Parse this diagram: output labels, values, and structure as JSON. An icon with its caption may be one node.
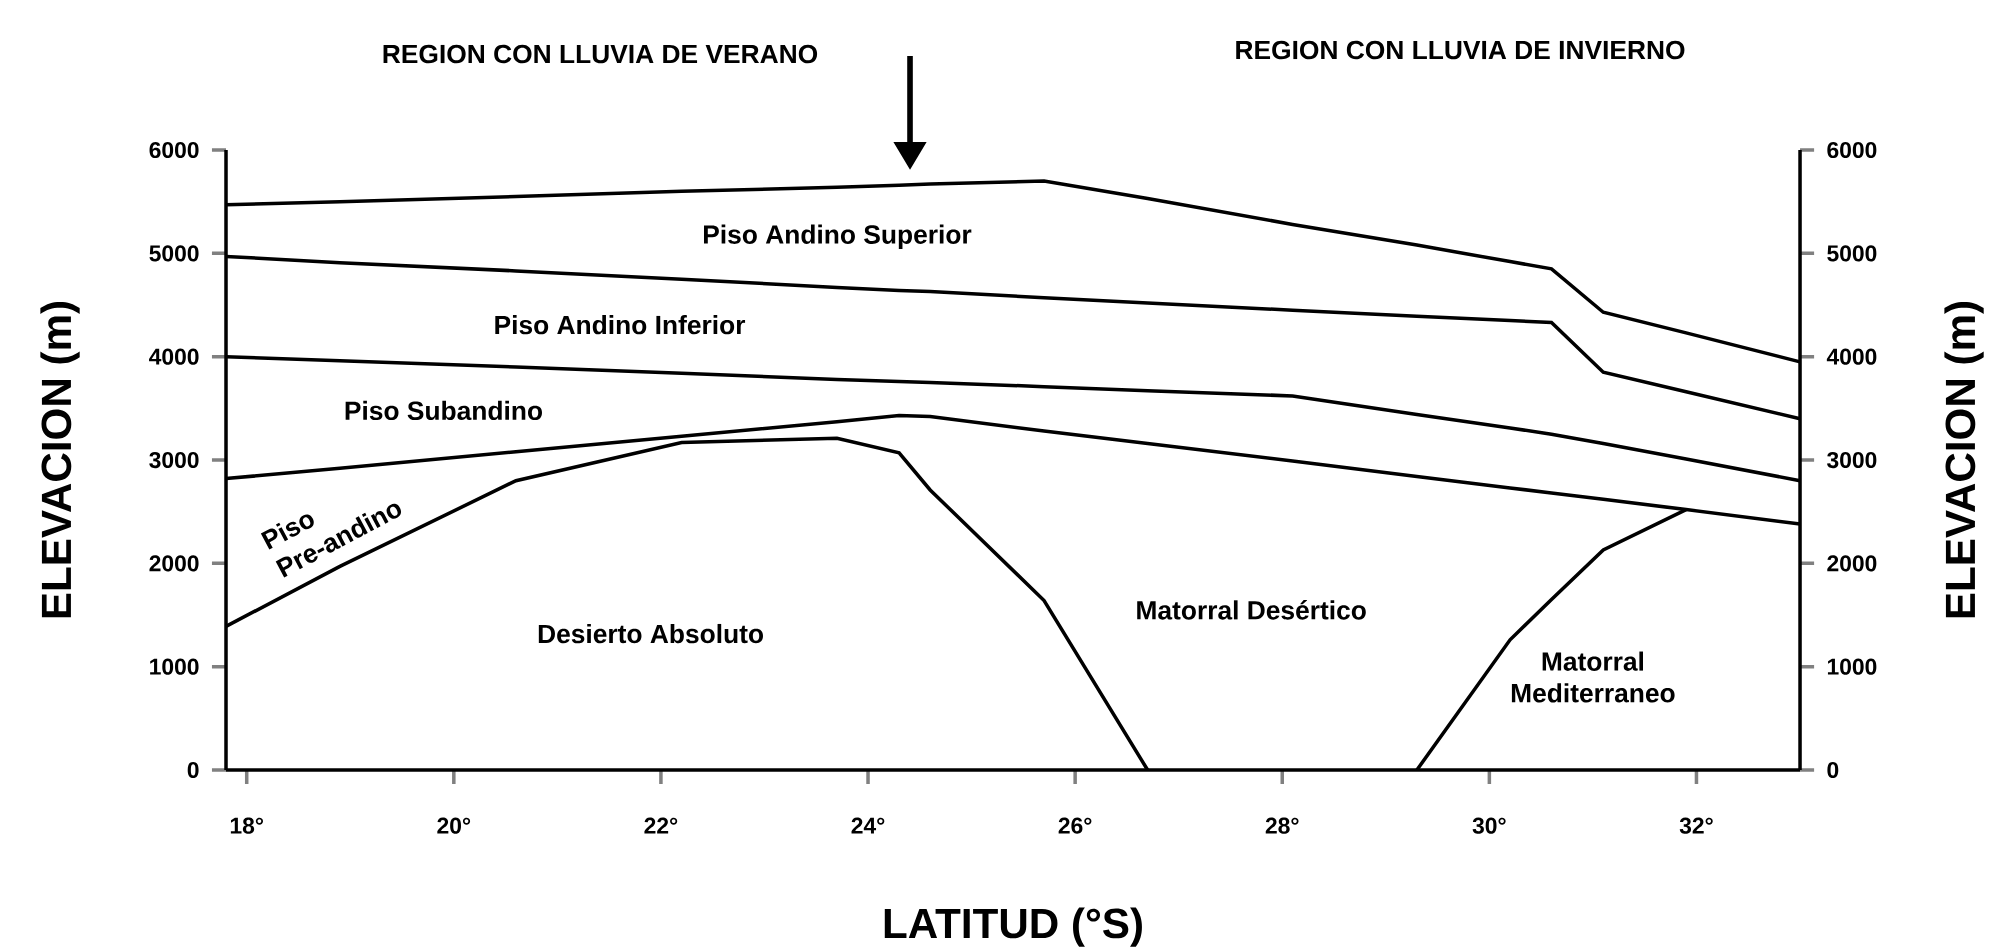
{
  "diagram": {
    "labels": [
      "REGION CON LLUVIA DE VERANO",
      "REGION CON LLUVIA DE INVIERNO",
      "ELEVACION (m)",
      "0",
      "1000",
      "2000",
      "3000",
      "4000",
      "5000",
      "6000"
    ],
    "chart_data": {
      "type": "line",
      "xlabel": "LATITUD (°S)",
      "ylabel": "ELEVACION (m)",
      "x": [
        17.8,
        18.9,
        20.6,
        22.2,
        23.7,
        24.3,
        24.6,
        25.7,
        26.7,
        28.1,
        29.3,
        30.2,
        30.6,
        31.1,
        31.9,
        33.0
      ],
      "series": [
        {
          "color": "#000000",
          "values": [
            5470,
            5500,
            5550,
            5600,
            5640,
            5660,
            5670,
            5700,
            5530,
            5280,
            5080,
            4920,
            4850,
            4430,
            4230,
            3950
          ]
        },
        {
          "color": "#000000",
          "values": [
            4970,
            4910,
            4830,
            4750,
            4670,
            4640,
            4630,
            4570,
            4520,
            4450,
            4390,
            4350,
            4330,
            3850,
            3660,
            3400
          ]
        },
        {
          "color": "#000000",
          "values": [
            4000,
            3960,
            3900,
            3840,
            3780,
            3760,
            3750,
            3710,
            3670,
            3620,
            3440,
            3310,
            3250,
            3160,
            3010,
            2800
          ]
        },
        {
          "color": "#000000",
          "values": [
            2820,
            2920,
            3080,
            3230,
            3370,
            3430,
            3420,
            3280,
            3160,
            2990,
            2840,
            2730,
            2680,
            2620,
            2520,
            2380
          ]
        },
        {
          "color": "#000000",
          "values": [
            1390,
            1970,
            2800,
            3170,
            3210,
            3070,
            2710,
            1640,
            0,
            null,
            null,
            null,
            null,
            null,
            null,
            null
          ]
        },
        {
          "color": "#000000",
          "values": [
            null,
            null,
            null,
            null,
            null,
            null,
            null,
            null,
            null,
            null,
            0,
            1260,
            1650,
            2130,
            2520,
            null
          ]
        }
      ],
      "xlim": [
        17.8,
        33.0
      ],
      "ylim": [
        0,
        6000
      ],
      "xticks": [
        {
          "value": 18,
          "label": "18°"
        },
        {
          "value": 20,
          "label": "20°"
        },
        {
          "value": 22,
          "label": "22°"
        },
        {
          "value": 24,
          "label": "24°"
        },
        {
          "value": 26,
          "label": "26°"
        },
        {
          "value": 28,
          "label": "28°"
        },
        {
          "value": 30,
          "label": "30°"
        },
        {
          "value": 32,
          "label": "32°"
        }
      ],
      "yticks": [
        {
          "value": 0,
          "label": "0"
        },
        {
          "value": 1000,
          "label": "1000"
        },
        {
          "value": 2000,
          "label": "2000"
        },
        {
          "value": 3000,
          "label": "3000"
        },
        {
          "value": 4000,
          "label": "4000"
        },
        {
          "value": 5000,
          "label": "5000"
        },
        {
          "value": 6000,
          "label": "6000"
        }
      ],
      "annotations": [
        "Piso Andino Superior",
        "Piso Andino Inferior",
        "Piso Subandino",
        "Piso Pre-andino",
        "Desierto Absoluto",
        "Matorral Desértico",
        "Matorral Mediterraneo"
      ]
    }
  }
}
